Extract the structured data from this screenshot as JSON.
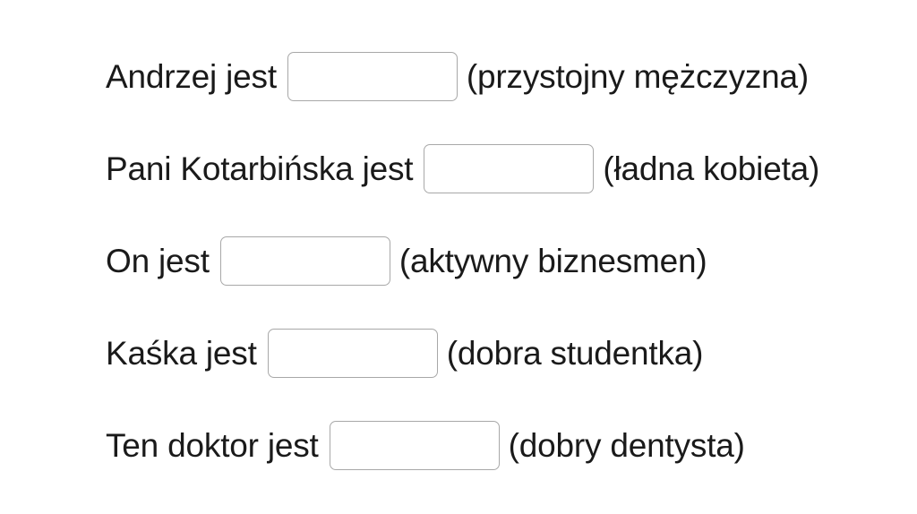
{
  "worksheet": {
    "language": "Polish",
    "background_color": "#ffffff",
    "text_color": "#1a1a1a",
    "blank_border_color": "#a8a8a8",
    "rows": [
      {
        "prompt": "Andrzej jest",
        "answer_value": "",
        "answer_placeholder": "",
        "hint": "(przystojny mężczyzna)"
      },
      {
        "prompt": "Pani Kotarbińska jest",
        "answer_value": "",
        "answer_placeholder": "",
        "hint": "(ładna kobieta)"
      },
      {
        "prompt": "On jest",
        "answer_value": "",
        "answer_placeholder": "",
        "hint": "(aktywny biznesmen)"
      },
      {
        "prompt": "Kaśka jest",
        "answer_value": "",
        "answer_placeholder": "",
        "hint": "(dobra studentka)"
      },
      {
        "prompt": "Ten doktor jest",
        "answer_value": "",
        "answer_placeholder": "",
        "hint": "(dobry dentysta)"
      }
    ]
  }
}
